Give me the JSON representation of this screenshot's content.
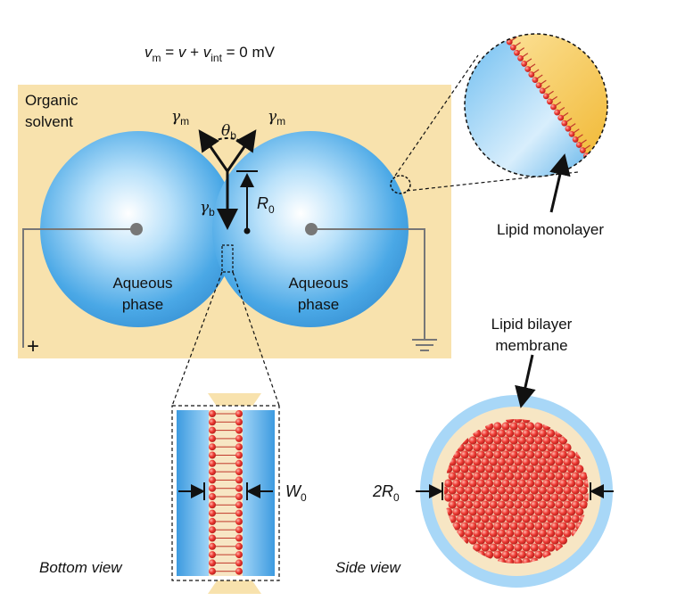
{
  "equation": {
    "v_m": "v",
    "m_sub": "m",
    "eq": " = ",
    "v": "v",
    "plus": " + ",
    "v_int": "v",
    "int_sub": "int",
    "rest": " = 0 mV"
  },
  "solvent_label": [
    "Organic",
    "solvent"
  ],
  "droplet_left_label": [
    "Aqueous",
    "phase"
  ],
  "droplet_right_label": [
    "Aqueous",
    "phase"
  ],
  "gamma_m_left": {
    "sym": "γ",
    "sub": "m"
  },
  "gamma_m_right": {
    "sym": "γ",
    "sub": "m"
  },
  "theta_b": {
    "sym": "θ",
    "sub": "b"
  },
  "gamma_b": {
    "sym": "γ",
    "sub": "b"
  },
  "r0": {
    "sym": "R",
    "sub": "0"
  },
  "lipid_monolayer_label": "Lipid monolayer",
  "lipid_bilayer_label": [
    "Lipid bilayer",
    "membrane"
  ],
  "w0": {
    "sym": "W",
    "sub": "0"
  },
  "two_r0": {
    "sym": "2R",
    "sub": "0"
  },
  "bottom_view_label": "Bottom view",
  "side_view_label": "Side view",
  "plus_sign": "+",
  "colors": {
    "solvent": "#f8e2ad",
    "water": "#5fb7ec",
    "lipid": "#e8322f",
    "bilayer_bg": "#f7e6c4"
  }
}
